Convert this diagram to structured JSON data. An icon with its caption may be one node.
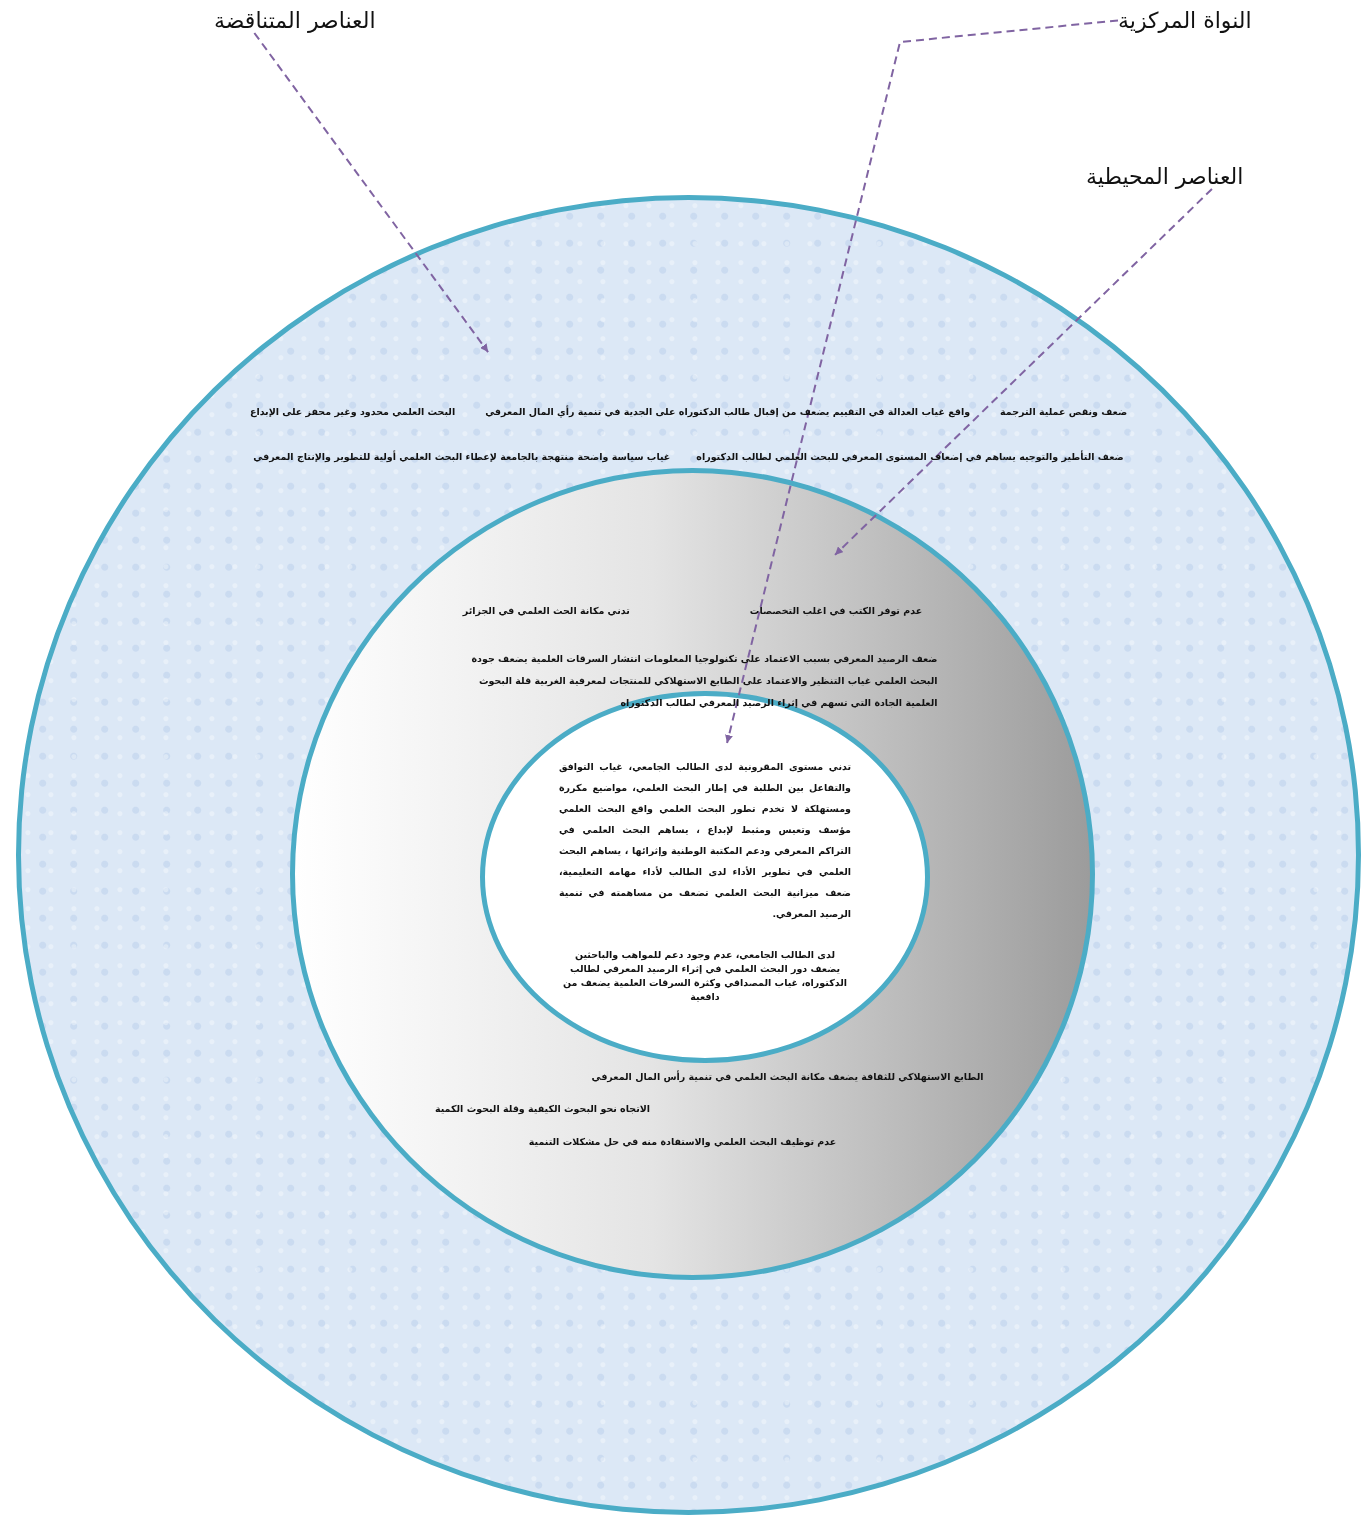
{
  "diagram": {
    "nodes": [
      {
        "text": [
          "النواة المركزية"
        ]
      },
      {
        "text": [
          "العناصر المتناقضة"
        ]
      },
      {
        "text": [
          "العناصر المحيطية"
        ]
      },
      {
        "text": [
          "ضعف ونقص عملية الترجمة",
          "واقع غياب العدالة في التقييم يضعف من إقبال طالب الدكتوراه على الجدية في تنمية رأي المال المعرفي",
          "البحث العلمي محدود وغير محفز على الإبداع",
          "ضعف التأطير والتوجيه يساهم في إضعاف المستوى المعرفي للبحث العلمي لطالب الدكتوراه",
          "غياب سياسة واضحة منتهجة بالجامعة لإعطاء البحث العلمي أولية للتطوير والإنتاج المعرفي"
        ]
      },
      {
        "text": [
          "عدم توفر الكتب في اغلب التخصصات",
          "تدني مكانة الحث العلمي في الجزائر",
          "ضعف الرصيد المعرفي بسبب الاعتماد على تكنولوجيا المعلومات   انتشار السرقات العلمية يضعف جودة البحث العلمي غياب التنظير والاعتماد على الطابع الاستهلاكي للمنتجات لمعرفية الغربية   قلة البحوث العلمية الجادة التي تسهم في إثراء الرصيد المعرفي لطالب الدكتوراه",
          "الطابع الاستهلاكي للثقافة يضعف مكانة البحث العلمي في تنمية رأس المال المعرفي",
          "الاتجاه نحو البحوث الكيفية وقلة البحوث الكمية",
          "عدم توظيف البحث العلمي والاستفادة منه في حل مشكلات التنمية"
        ],
        "in": 3
      },
      {
        "text": [
          "تدني مستوى المقرونية لدى الطالب الجامعي، غياب التوافق والتفاعل بين الطلبة في إطار البحث العلمي، مواضيع مكررة ومستهلكة لا تخدم تطور البحث العلمي واقع البحث العلمي مؤسف وتعيس ومثبط لإبداع ، يساهم البحث العلمي في التراكم المعرفي ودعم المكتبة الوطنية وإثرائها ، يساهم البحث العلمي في تطوير الأداء لدى الطالب لأداء مهامه التعليمية، ضعف ميزانية البحث العلمي تضعف من مساهمته في تنمية الرصيد المعرفي.",
          "لدى الطالب الجامعي، عدم وجود دعم للمواهب والباحثين يضعف دور البحث العلمي في إثراء الرصيد المعرفي لطالب الدكتوراه، غياب المصداقي وكثرة السرقات العلمية يضعف من دافعية"
        ],
        "in": 4
      }
    ],
    "edges": [
      {
        "from": 1,
        "to": 3,
        "arrow": "to",
        "style": "dashed"
      },
      {
        "from": 0,
        "to": 5,
        "arrow": "to",
        "style": "dashed"
      },
      {
        "from": 2,
        "to": 4,
        "arrow": "to",
        "style": "dashed"
      }
    ]
  }
}
